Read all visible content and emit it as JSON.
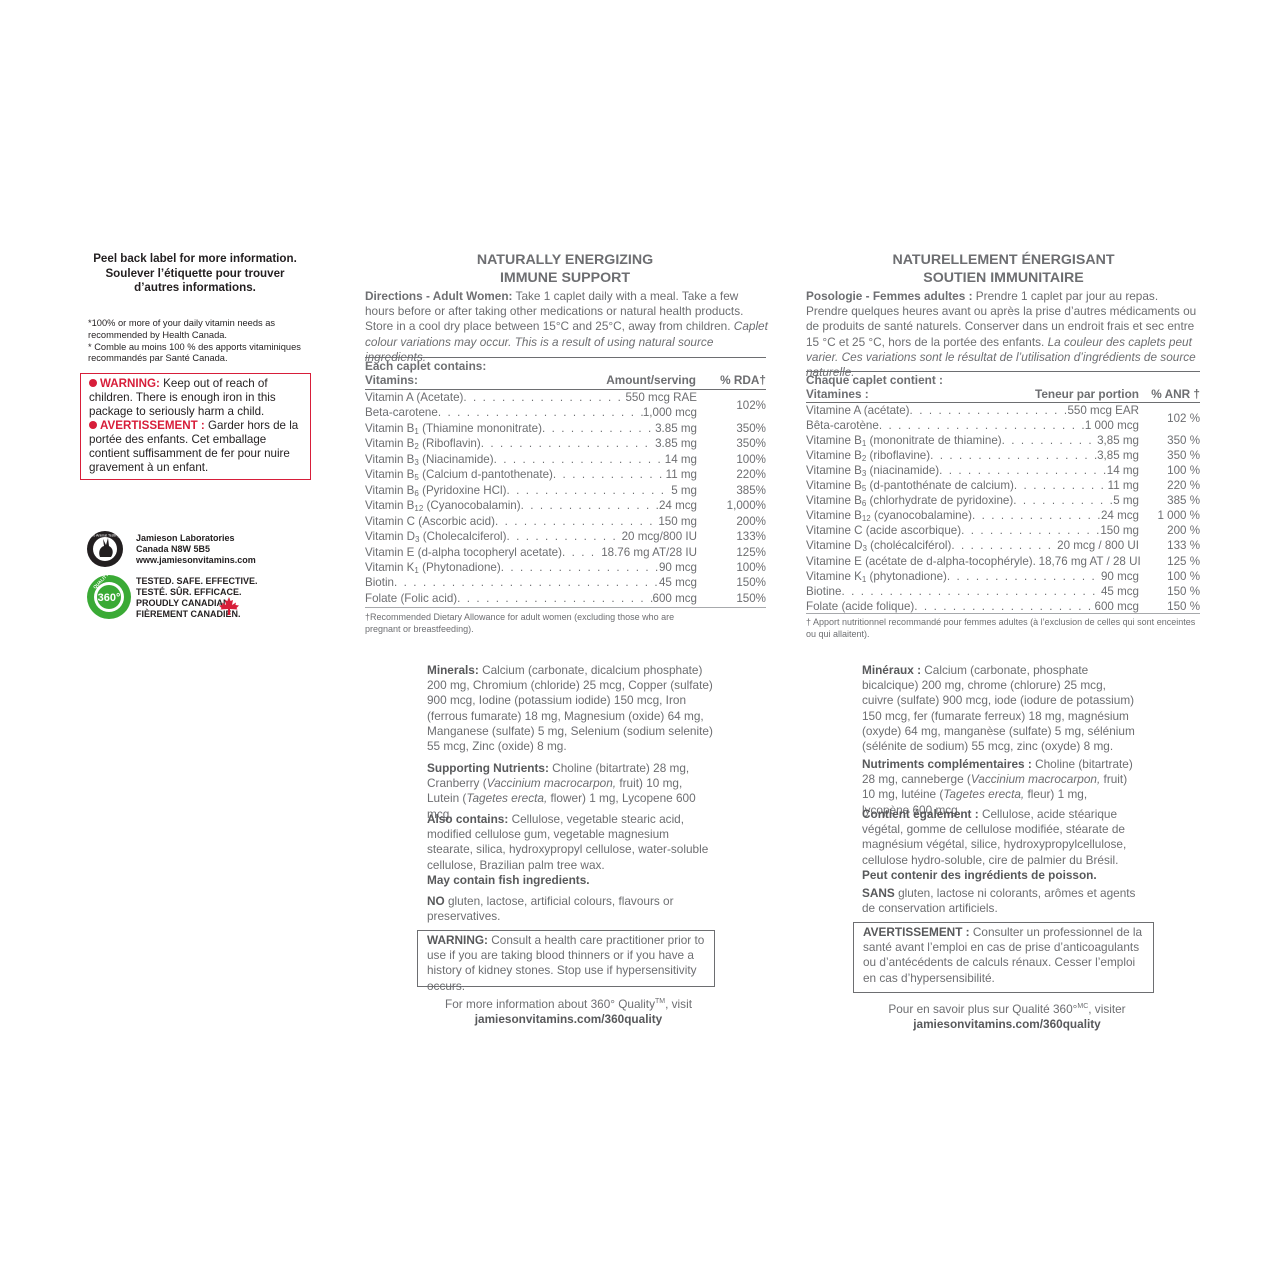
{
  "left": {
    "peel_lines": [
      "Peel back label for more information.",
      "Soulever l’étiquette pour trouver",
      "d’autres informations."
    ],
    "footnote_lines": [
      "*100% or more of your daily vitamin needs as",
      "recommended by Health Canada.",
      "* Comble au moins 100 % des apports vitaminiques",
      "recommandés par Santé Canada."
    ],
    "warning_en_label": "WARNING:",
    "warning_en_text": "Keep out of reach of children. There is enough iron in this package to seriously harm a child.",
    "warning_fr_label": "AVERTISSEMENT :",
    "warning_fr_text": "Garder hors de la portée des enfants. Cet emballage contient suffisamment de fer pour nuire gravement à un enfant.",
    "company_lines": [
      "Jamieson Laboratories",
      "Canada  N8W 5B5",
      "www.jamiesonvitamins.com"
    ],
    "tested_lines": [
      "TESTED. SAFE. EFFECTIVE.",
      "TESTÉ. SÛR. EFFICACE.",
      "PROUDLY CANADIAN.",
      "FIÈREMENT CANADIEN."
    ],
    "cruelty_free_text": "No Animal Testing",
    "seal_text": "360°",
    "seal_ring_text": "QUALITY",
    "colors": {
      "warning_red": "#d71e3a",
      "seal_green": "#3aaa35",
      "body_grey": "#6d6e71"
    },
    "icons": [
      "rabbit-icon",
      "quality-360-seal-icon",
      "maple-leaf-icon"
    ]
  },
  "en": {
    "title_lines": [
      "NATURALLY ENERGIZING",
      "IMMUNE SUPPORT"
    ],
    "directions_label": "Directions - Adult Women:",
    "directions_text": "Take 1 caplet daily with a meal. Take a few hours before or after taking other medications or natural health products. Store in a cool dry place between 15°C and 25°C, away from children.",
    "directions_italic": "Caplet colour variations may occur. This is a result of using natural source ingredients.",
    "table_intro": "Each caplet contains:",
    "col_name": "Vitamins:",
    "col_amount": "Amount/serving",
    "col_pct": "% RDA†",
    "rows": [
      {
        "base": "Vitamin A (Acetate)",
        "sub": "",
        "rest": "",
        "amount": "550 mcg RAE"
      },
      {
        "base": "Beta-carotene",
        "sub": "",
        "rest": "",
        "amount": "1,000 mcg"
      },
      {
        "base": "Vitamin B",
        "sub": "1",
        "rest": " (Thiamine mononitrate)",
        "amount": "3.85 mg"
      },
      {
        "base": "Vitamin B",
        "sub": "2",
        "rest": " (Riboflavin)",
        "amount": "3.85 mg"
      },
      {
        "base": "Vitamin B",
        "sub": "3",
        "rest": " (Niacinamide)",
        "amount": "14 mg"
      },
      {
        "base": "Vitamin B",
        "sub": "5",
        "rest": " (Calcium d-pantothenate)",
        "amount": "11 mg"
      },
      {
        "base": "Vitamin B",
        "sub": "6",
        "rest": " (Pyridoxine HCl)",
        "amount": "5 mg"
      },
      {
        "base": "Vitamin B",
        "sub": "12",
        "rest": " (Cyanocobalamin)",
        "amount": "24 mcg"
      },
      {
        "base": "Vitamin C (Ascorbic acid)",
        "sub": "",
        "rest": "",
        "amount": "150 mg"
      },
      {
        "base": "Vitamin D",
        "sub": "3",
        "rest": " (Cholecalciferol)",
        "amount": "20 mcg/800 IU"
      },
      {
        "base": "Vitamin E (d-alpha tocopheryl acetate)",
        "sub": "",
        "rest": "",
        "amount": "18.76 mg AT/28 IU"
      },
      {
        "base": "Vitamin K",
        "sub": "1",
        "rest": " (Phytonadione)",
        "amount": "90 mcg"
      },
      {
        "base": "Biotin",
        "sub": "",
        "rest": "",
        "amount": "45 mcg"
      },
      {
        "base": "Folate (Folic acid)",
        "sub": "",
        "rest": "",
        "amount": "600 mcg"
      }
    ],
    "pcts": [
      "102%",
      "350%",
      "350%",
      "100%",
      "220%",
      "385%",
      "1,000%",
      "200%",
      "133%",
      "125%",
      "100%",
      "150%",
      "150%"
    ],
    "table_footnote": "†Recommended Dietary Allowance for adult women (excluding those who are pregnant or breastfeeding).",
    "minerals_label": "Minerals:",
    "minerals_text": "Calcium (carbonate, dicalcium phosphate) 200 mg, Chromium (chloride) 25 mcg, Copper (sulfate) 900 mcg, Iodine (potassium iodide) 150 mcg, Iron (ferrous fumarate) 18 mg, Magnesium (oxide) 64 mg, Manganese (sulfate) 5 mg, Selenium (sodium selenite) 55 mcg, Zinc (oxide) 8 mg.",
    "supporting_label": "Supporting Nutrients:",
    "supporting_a": "Choline (bitartrate) 28 mg, Cranberry (",
    "supporting_b": "Vaccinium macrocarpon,",
    "supporting_c": " fruit) 10 mg, Lutein (",
    "supporting_d": "Tagetes erecta,",
    "supporting_e": " flower) 1 mg, Lycopene 600 mcg.",
    "also_label": "Also contains:",
    "also_text": "Cellulose, vegetable stearic acid, modified cellulose gum, vegetable magnesium stearate, silica, hydroxypropyl cellulose, water-soluble cellulose, Brazilian palm tree wax.",
    "fish_text": "May contain fish ingredients.",
    "no_label": "NO",
    "no_text": "gluten, lactose, artificial colours, flavours or preservatives.",
    "warning_label": "WARNING:",
    "warning_text": "Consult a health care practitioner prior to use if you are taking blood thinners or if you have a history of kidney stones. Stop use if hypersensitivity occurs.",
    "more_info_a": "For more information about 360° Quality",
    "more_info_tm": "TM",
    "more_info_b": ", visit",
    "url": "jamiesonvitamins.com/360quality"
  },
  "fr": {
    "title_lines": [
      "NATURELLEMENT ÉNERGISANT",
      "SOUTIEN IMMUNITAIRE"
    ],
    "directions_label": "Posologie - Femmes adultes :",
    "directions_text": "Prendre 1 caplet par jour au repas. Prendre quelques heures avant ou après la prise d’autres médicaments ou de produits de santé naturels. Conserver dans un endroit frais et sec entre 15 °C et 25 °C, hors de la portée des enfants.",
    "directions_italic": "La couleur des caplets peut varier. Ces variations sont le résultat de l’utilisation d’ingrédients de source naturelle.",
    "table_intro": "Chaque caplet contient :",
    "col_name": "Vitamines :",
    "col_amount": "Teneur par portion",
    "col_pct": "% ANR †",
    "rows": [
      {
        "base": "Vitamine A (acétate)",
        "sub": "",
        "rest": "",
        "amount": "550 mcg EAR"
      },
      {
        "base": "Bêta-carotène",
        "sub": "",
        "rest": "",
        "amount": "1 000 mcg"
      },
      {
        "base": "Vitamine B",
        "sub": "1",
        "rest": " (mononitrate de thiamine)",
        "amount": "3,85 mg"
      },
      {
        "base": "Vitamine B",
        "sub": "2",
        "rest": " (riboflavine)",
        "amount": "3,85 mg"
      },
      {
        "base": "Vitamine B",
        "sub": "3",
        "rest": " (niacinamide)",
        "amount": "14 mg"
      },
      {
        "base": "Vitamine B",
        "sub": "5",
        "rest": " (d-pantothénate de calcium)",
        "amount": "11 mg"
      },
      {
        "base": "Vitamine B",
        "sub": "6",
        "rest": " (chlorhydrate de pyridoxine)",
        "amount": "5 mg"
      },
      {
        "base": "Vitamine B",
        "sub": "12",
        "rest": " (cyanocobalamine)",
        "amount": "24 mcg"
      },
      {
        "base": "Vitamine C (acide ascorbique)",
        "sub": "",
        "rest": "",
        "amount": "150 mg"
      },
      {
        "base": "Vitamine D",
        "sub": "3",
        "rest": " (cholécalciférol)",
        "amount": "20 mcg / 800 UI"
      },
      {
        "base": "Vitamine E (acétate de d-alpha-tocophéryle)",
        "sub": "",
        "rest": "",
        "amount": "18,76 mg AT / 28 UI"
      },
      {
        "base": "Vitamine K",
        "sub": "1",
        "rest": " (phytonadione)",
        "amount": "90 mcg"
      },
      {
        "base": "Biotine",
        "sub": "",
        "rest": "",
        "amount": "45 mcg"
      },
      {
        "base": "Folate (acide folique)",
        "sub": "",
        "rest": "",
        "amount": "600 mcg"
      }
    ],
    "pcts": [
      "102 %",
      "350 %",
      "350 %",
      "100 %",
      "220 %",
      "385 %",
      "1 000 %",
      "200 %",
      "133 %",
      "125 %",
      "100 %",
      "150 %",
      "150 %"
    ],
    "table_footnote": "† Apport nutritionnel recommandé pour femmes adultes (à l’exclusion de celles qui sont enceintes ou qui allaitent).",
    "minerals_label": "Minéraux :",
    "minerals_text": "Calcium (carbonate, phosphate bicalcique) 200 mg, chrome (chlorure) 25 mcg, cuivre (sulfate) 900 mcg, iode (iodure de potassium) 150 mcg, fer (fumarate ferreux) 18 mg, magnésium (oxyde) 64 mg, manganèse (sulfate) 5 mg, sélénium (sélénite de sodium) 55 mcg, zinc (oxyde) 8 mg.",
    "supporting_label": "Nutriments complémentaires :",
    "supporting_a": "Choline (bitartrate) 28 mg, canneberge (",
    "supporting_b": "Vaccinium macrocarpon,",
    "supporting_c": " fruit) 10 mg, lutéine (",
    "supporting_d": "Tagetes erecta,",
    "supporting_e": " fleur) 1 mg, lycopène 600 mcg.",
    "also_label": "Contient également :",
    "also_text": "Cellulose, acide stéarique végétal, gomme de cellulose modifiée, stéarate de magnésium végétal, silice, hydroxypropylcellulose, cellulose hydro-soluble, cire de palmier du Brésil.",
    "fish_text": "Peut contenir des ingrédients de poisson.",
    "no_label": "SANS",
    "no_text": "gluten, lactose ni colorants, arômes et agents de conservation artificiels.",
    "warning_label": "AVERTISSEMENT :",
    "warning_text": "Consulter un professionnel de la santé avant l’emploi en cas de prise d’anticoagulants ou d’antécédents de calculs rénaux. Cesser l’emploi en cas d’hypersensibilité.",
    "more_info_a": "Pour en savoir plus sur Qualité 360°",
    "more_info_tm": "MC",
    "more_info_b": ", visiter",
    "url": "jamiesonvitamins.com/360quality"
  }
}
